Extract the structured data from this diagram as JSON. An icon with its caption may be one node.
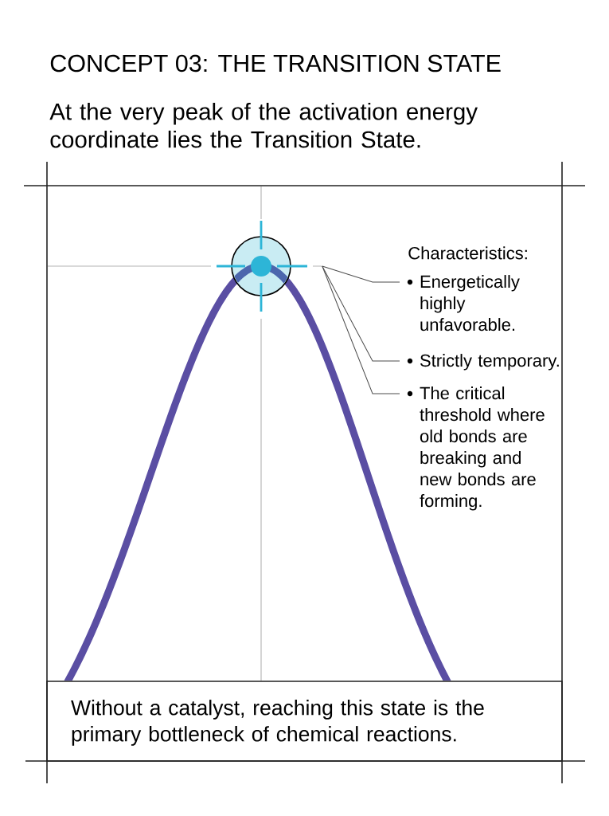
{
  "diagram": {
    "title": "CONCEPT 03: THE TRANSITION STATE",
    "nodes": [
      {
        "text": [],
        "shape": "circle"
      },
      {
        "text": [
          "Energetically highly unfavorable."
        ]
      },
      {
        "text": [
          "Strictly temporary."
        ]
      },
      {
        "text": [
          "The critical threshold where old bonds are breaking and new bonds are forming."
        ]
      },
      {
        "text": [
          "Without a catalyst, reaching this state is the primary bottleneck of chemical reactions."
        ]
      }
    ],
    "edges": [
      {
        "from": 1,
        "to": 0,
        "arrow": "none"
      },
      {
        "from": 2,
        "to": 0,
        "arrow": "none"
      },
      {
        "from": 3,
        "to": 0,
        "arrow": "none"
      }
    ],
    "labels": [
      "At the very peak of the activation energy coordinate lies the Transition State.",
      "Characteristics:"
    ]
  }
}
